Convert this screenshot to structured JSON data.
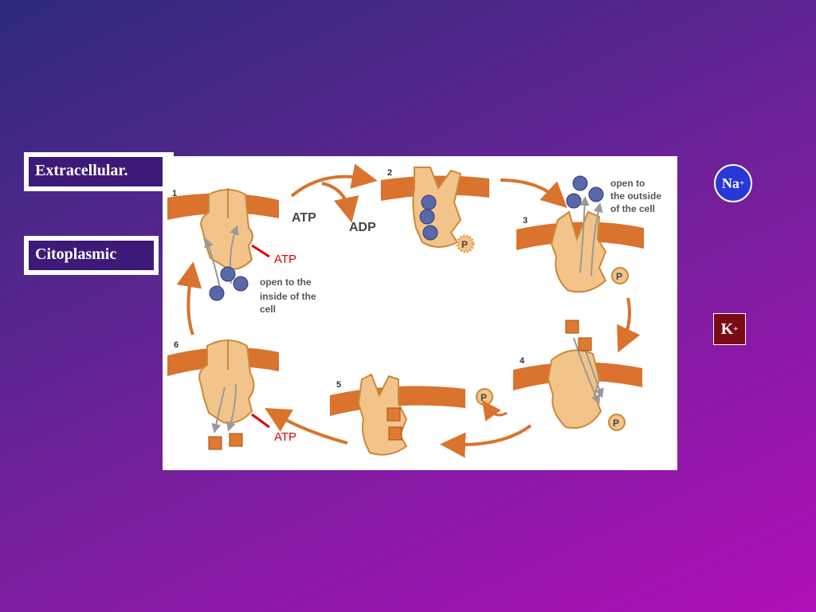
{
  "labels": {
    "extracellular": "Extracellular.",
    "citoplasmic": "Citoplasmic"
  },
  "legend": {
    "na": "Na",
    "na_sup": "+",
    "k": "K",
    "k_sup": "+"
  },
  "diagram": {
    "step1": "1",
    "step2": "2",
    "step3": "3",
    "step4": "4",
    "step5": "5",
    "step6": "6",
    "atp_main": "ATP",
    "adp": "ADP",
    "atp_red_1": "ATP",
    "atp_red_2": "ATP",
    "open_inside": [
      "open to the",
      "inside of the",
      "cell"
    ],
    "open_outside": [
      "open to",
      "the outside",
      "of the cell"
    ],
    "phosphate": "P",
    "na_ion": "Na⁺",
    "k_ion": "K⁺"
  },
  "colors": {
    "membrane": "#d9732e",
    "protein": "#f2c489",
    "protein_stroke": "#c9893c",
    "arrow": "#d9732e",
    "na_ion": "#5868a8",
    "k_ion": "#e07a30",
    "red_label": "#e00000"
  }
}
